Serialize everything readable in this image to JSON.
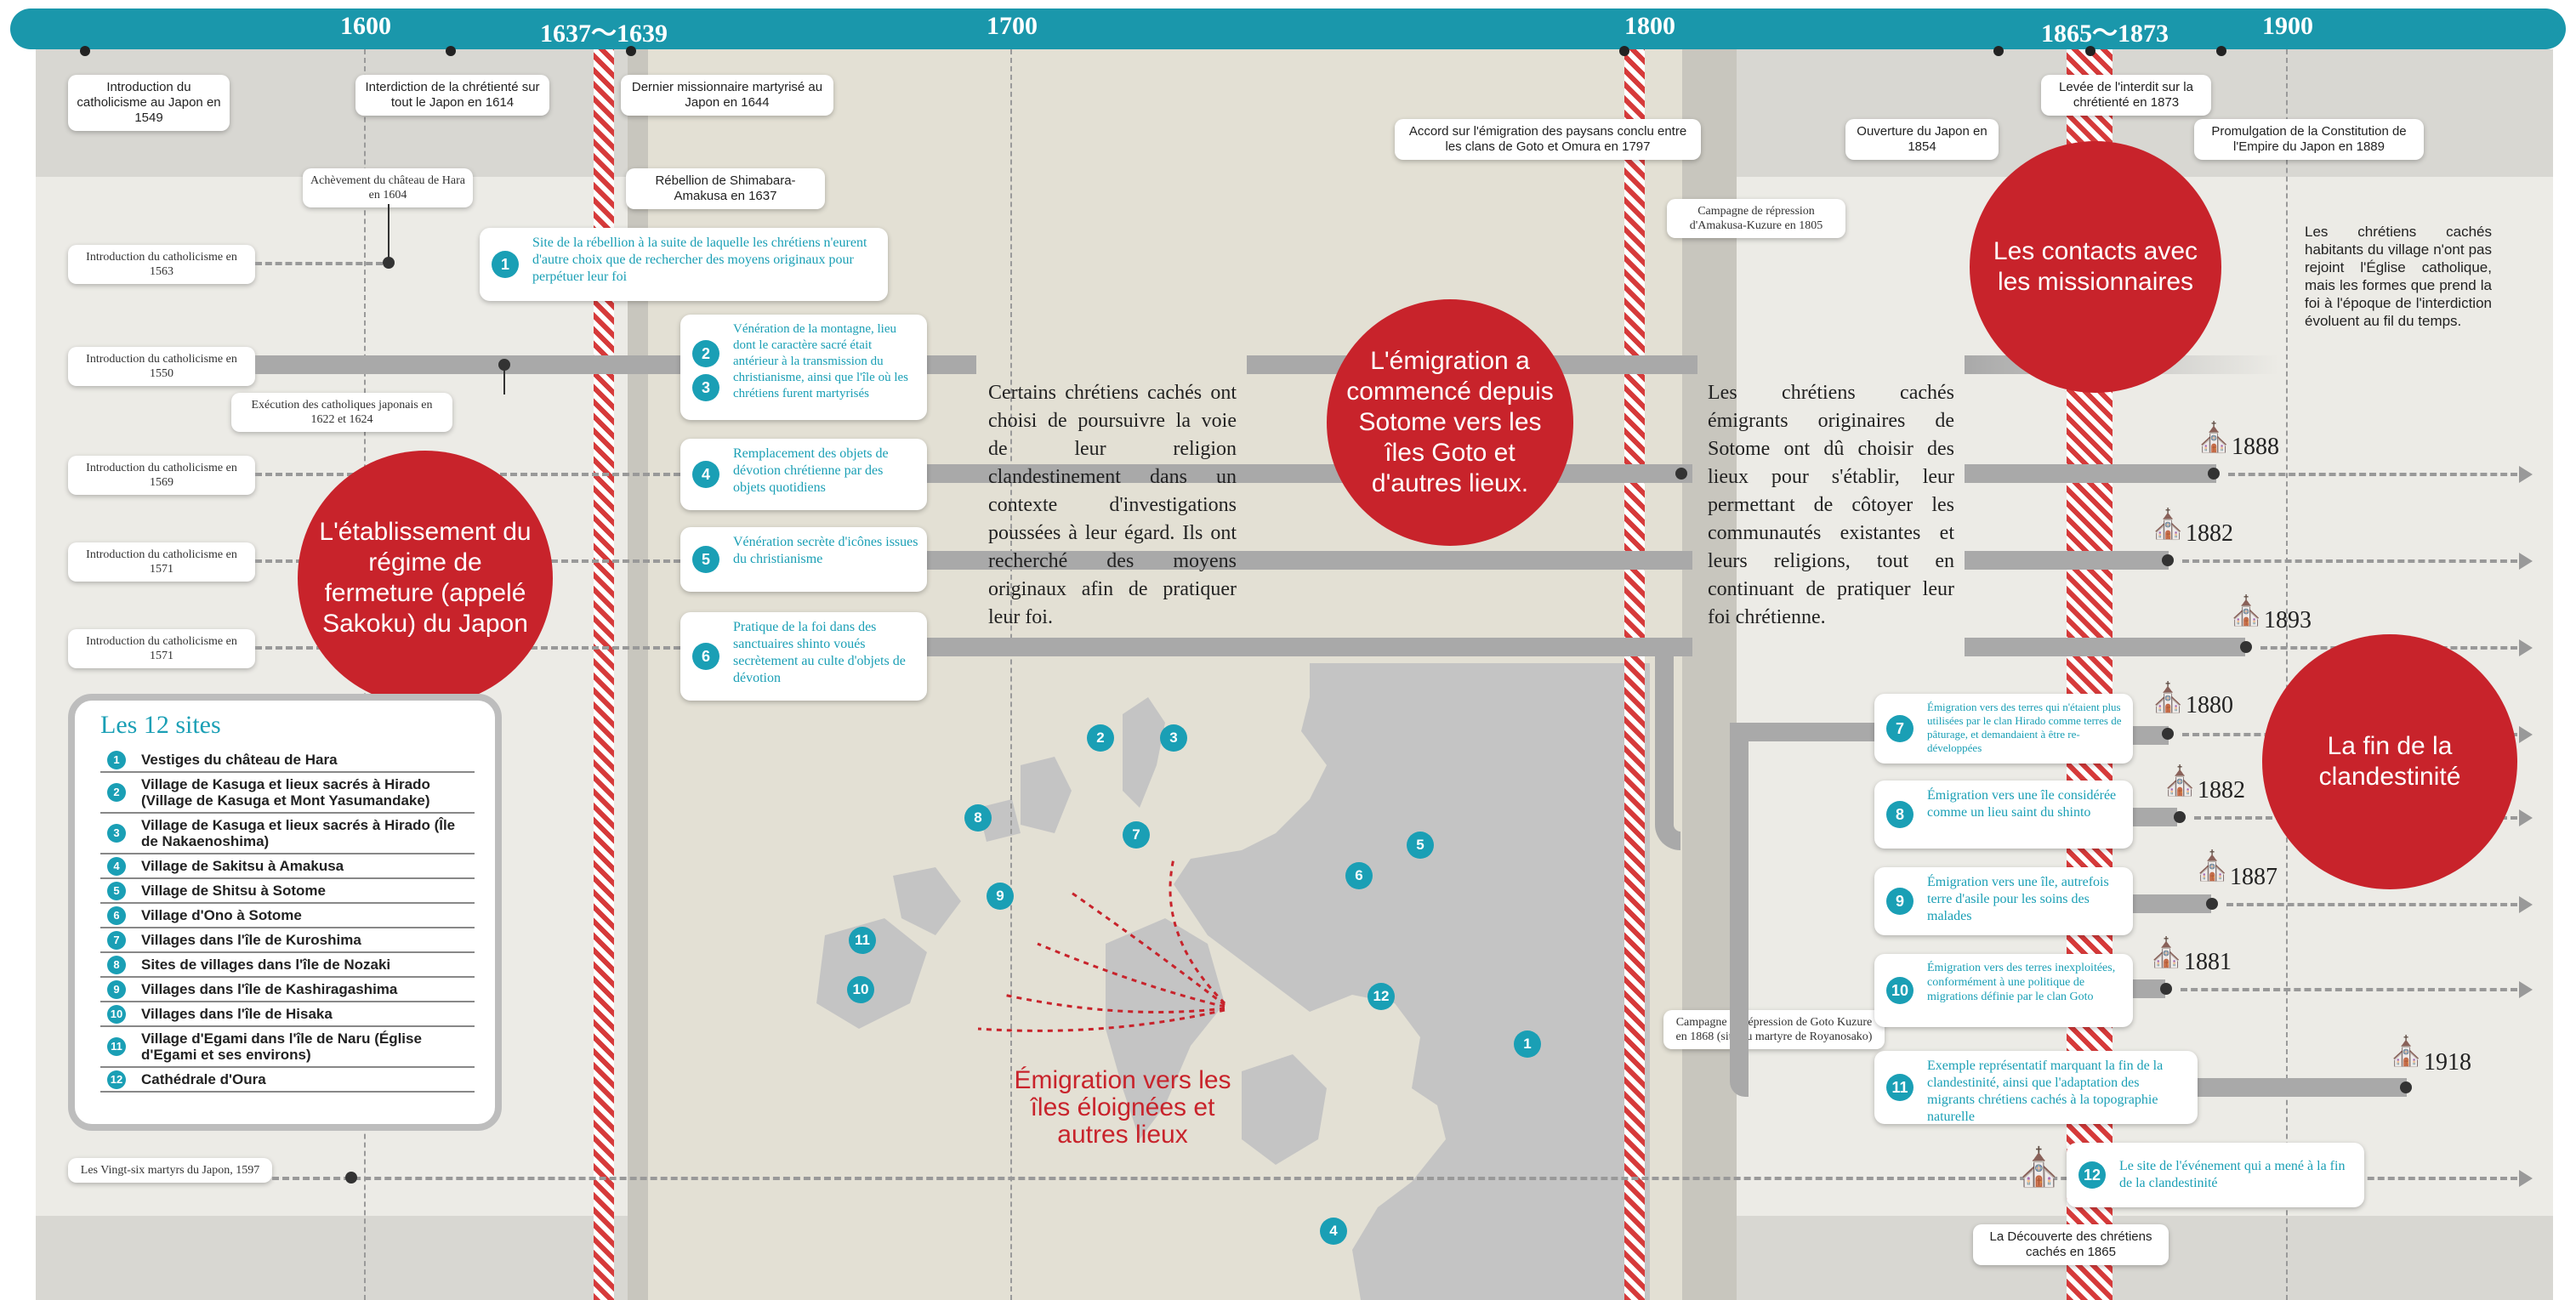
{
  "timeline": {
    "years": [
      "1600",
      "1637〜1639",
      "1700",
      "1800",
      "1865〜1873",
      "1900"
    ]
  },
  "top_events": [
    "Introduction du catholicisme au Japon en 1549",
    "Interdiction de la chrétienté sur tout le Japon en 1614",
    "Dernier missionnaire martyrisé au Japon en 1644",
    "Accord sur l'émigration des paysans conclu entre les clans de Goto et Omura en 1797",
    "Ouverture du Japon en 1854",
    "Levée de l'interdit sur la chrétienté en 1873",
    "Promulgation de la Constitution de l'Empire du Japon en 1889"
  ],
  "left_events": {
    "hara": "Achèvement du château de Hara en 1604",
    "shimabara": "Rébellion de Shimabara-Amakusa en 1637",
    "intro_1563": "Introduction du catholicisme en 1563",
    "intro_1550": "Introduction du catholicisme en 1550",
    "execution": "Exécution des catholiques japonais en 1622 et 1624",
    "intro_1569": "Introduction du catholicisme en 1569",
    "intro_1571a": "Introduction du catholicisme en 1571",
    "intro_1571b": "Introduction du catholicisme en 1571",
    "martyrs": "Les Vingt-six martyrs du Japon, 1597",
    "amakusa_repression": "Campagne de répression d'Amakusa-Kuzure en 1805",
    "goto_repression": "Campagne de répression de Goto Kuzure en 1868 (site du martyre de Royanosako)",
    "decouverte": "La Découverte des chrétiens cachés en 1865"
  },
  "site_boxes": {
    "s1": "Site de la rébellion à la suite de laquelle les chrétiens n'eurent d'autre choix que de rechercher des moyens originaux pour perpétuer leur foi",
    "s23": "Vénération de la montagne, lieu dont le caractère sacré était antérieur à la transmission du christianisme, ainsi que l'île où les chrétiens furent martyrisés",
    "s4": "Remplacement des objets de dévotion chrétienne par des objets quotidiens",
    "s5": "Vénération secrète d'icônes issues du christianisme",
    "s6": "Pratique de la foi dans des sanctuaires shinto voués secrètement au culte d'objets de dévotion",
    "s7": "Émigration vers des terres qui n'étaient plus utilisées par le clan Hirado comme terres de pâturage, et demandaient à être re-développées",
    "s8": "Émigration vers une île considérée comme un lieu saint du shinto",
    "s9": "Émigration vers une île, autrefois terre d'asile pour les soins des malades",
    "s10": "Émigration vers des terres inexploitées, conformément à une politique de migrations définie par le clan Goto",
    "s11": "Exemple représentatif marquant la fin de la clandestinité, ainsi que l'adaptation des migrants chrétiens cachés à la topographie naturelle",
    "s12": "Le site de l'événement qui a mené à la fin de la clandestinité"
  },
  "circles": {
    "sakoku": "L'établissement du régime de fermeture (appelé Sakoku) du Japon",
    "emigration": "L'émigration a commencé depuis Sotome vers les îles Goto et d'autres lieux.",
    "missionnaires": "Les contacts avec les missionnaires",
    "fin": "La fin de la clandestinité"
  },
  "paragraphs": {
    "left": "Certains chrétiens cachés ont choisi de poursuivre la voie de leur religion clandestinement dans un contexte d'investigations poussées à leur égard. Ils ont recherché des moyens originaux afin de pratiquer leur foi.",
    "right": "Les chrétiens cachés émigrants originaires de Sotome ont dû choisir des lieux pour s'établir, leur permettant de côtoyer les communautés existantes et leurs religions, tout en continuant de pratiquer leur foi chrétienne.",
    "far_right": "Les chrétiens cachés habitants du village n'ont pas rejoint l'Église catholique, mais les formes que prend la foi à l'époque de l'interdiction évoluent au fil du temps."
  },
  "church_years": [
    "1888",
    "1882",
    "1893",
    "1880",
    "1882",
    "1887",
    "1881",
    "1918"
  ],
  "migration_label": "Émigration vers les îles éloignées et autres lieux",
  "legend": {
    "title": "Les 12 sites",
    "items": [
      "Vestiges du château de Hara",
      "Village de Kasuga et lieux sacrés à Hirado (Village de Kasuga et Mont Yasumandake)",
      "Village de Kasuga et lieux sacrés à Hirado (Île de Nakaenoshima)",
      "Village de Sakitsu à Amakusa",
      "Village de Shitsu à Sotome",
      "Village d'Ono à Sotome",
      "Villages dans l'île de Kuroshima",
      "Sites de villages dans l'île de Nozaki",
      "Villages dans l'île de Kashiragashima",
      "Villages dans l'île de Hisaka",
      "Village d'Egami dans l'île de Naru (Église d'Egami et ses environs)",
      "Cathédrale d'Oura"
    ]
  },
  "numbers": [
    "1",
    "2",
    "3",
    "4",
    "5",
    "6",
    "7",
    "8",
    "9",
    "10",
    "11",
    "12"
  ],
  "colors": {
    "teal": "#1a97ab",
    "red": "#c8232b",
    "gray_bar": "#a9a9a9"
  }
}
